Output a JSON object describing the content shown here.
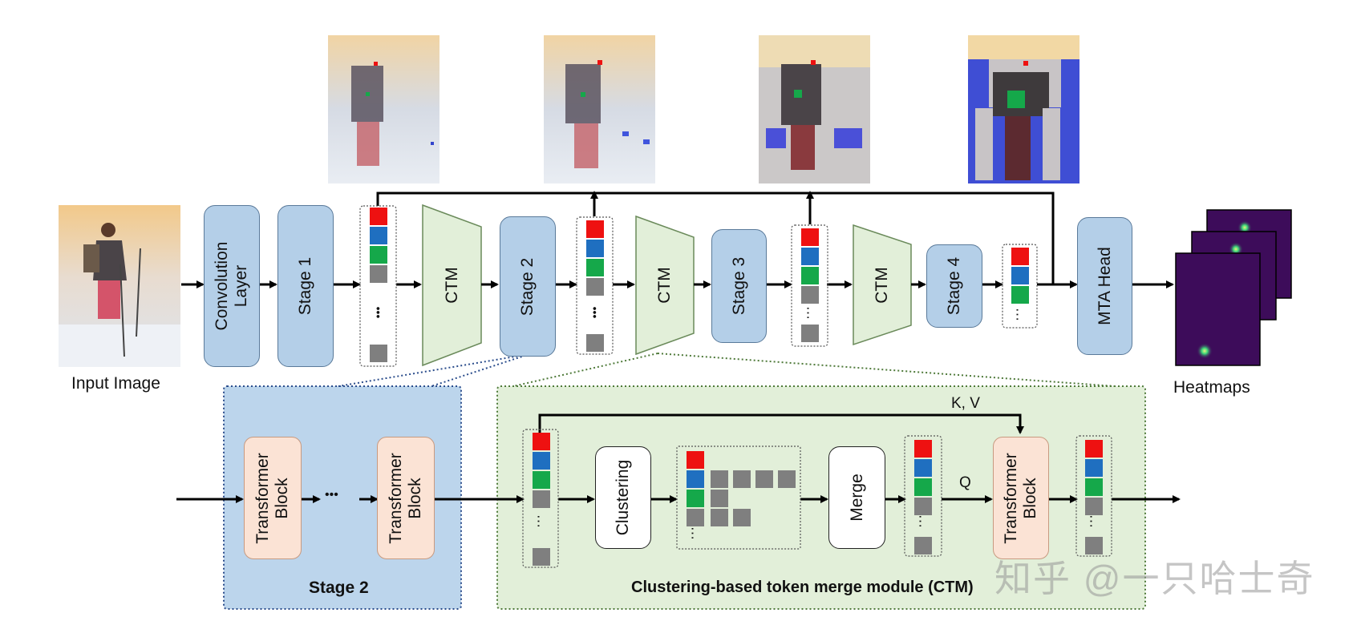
{
  "labels": {
    "input_image": "Input Image",
    "heatmaps": "Heatmaps",
    "conv_line1": "Convolution",
    "conv_line2": "Layer",
    "stage1": "Stage 1",
    "stage2": "Stage 2",
    "stage3": "Stage 3",
    "stage4": "Stage 4",
    "ctm": "CTM",
    "mta_head": "MTA Head",
    "transformer": "Transformer",
    "block": "Block",
    "clustering": "Clustering",
    "merge": "Merge",
    "kv": "K, V",
    "q": "Q",
    "stage2_panel_title": "Stage 2",
    "ctm_panel_title": "Clustering-based token merge module (CTM)",
    "ellipsis": "…",
    "dots": "•••",
    "watermark": "知乎 @一只哈士奇"
  },
  "colors": {
    "stage_fill": "#b4cfe8",
    "ctm_fill": "#e2efd9",
    "transformer_fill": "#fbe3d5",
    "token_red": "#ee1111",
    "token_blue": "#1f6fc0",
    "token_green": "#15a84a",
    "token_gray": "#7f7f7f",
    "heatmap_bg": "#3d0c5a",
    "heatmap_spot": "#3fdc7a"
  }
}
